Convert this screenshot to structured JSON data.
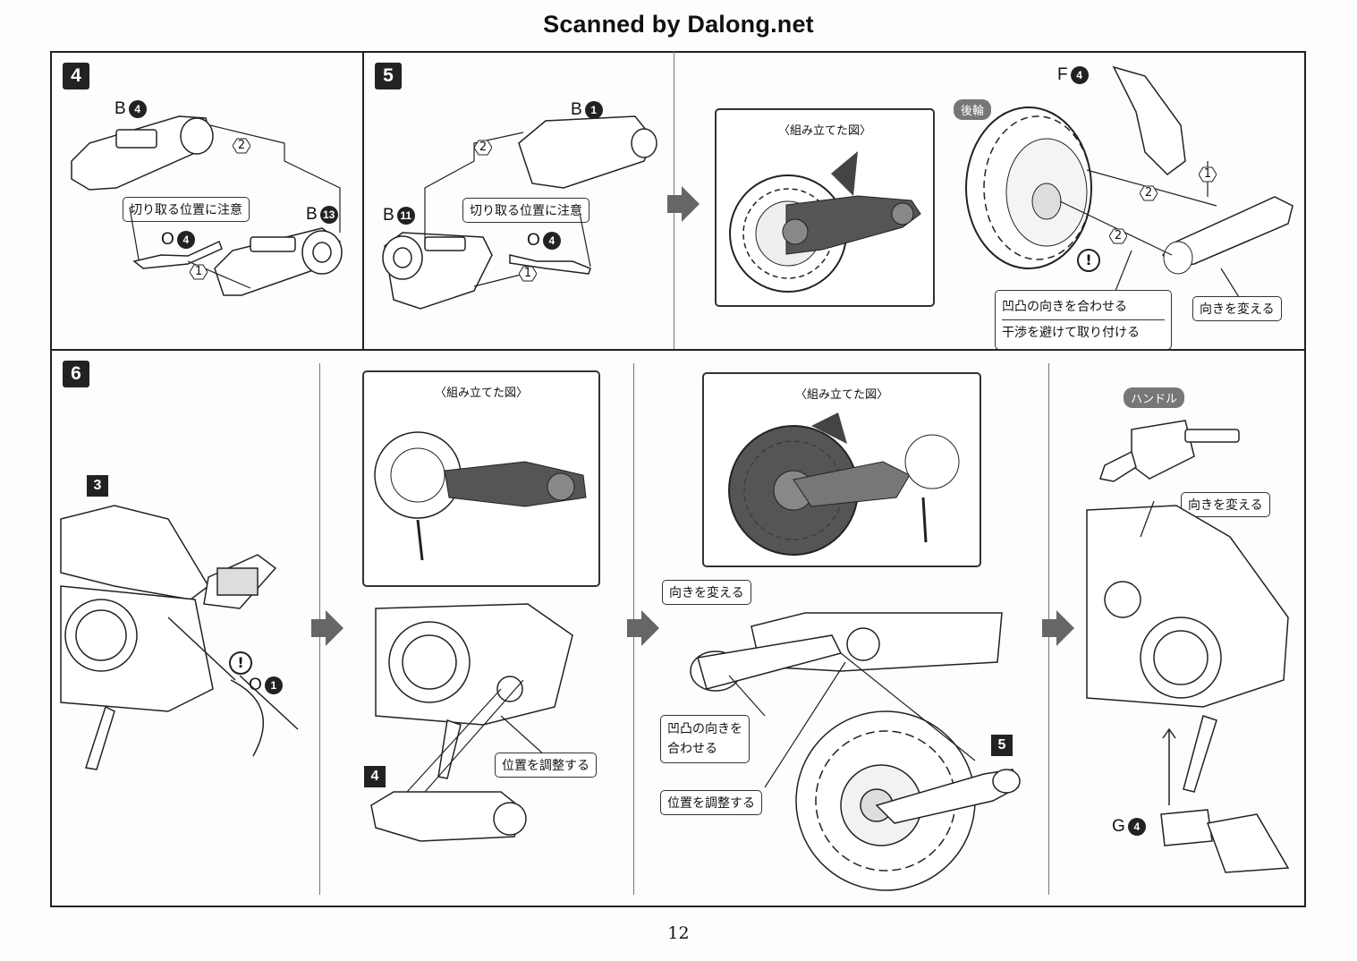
{
  "header": {
    "title": "Scanned by Dalong.net"
  },
  "page_number": "12",
  "steps": {
    "s4": {
      "number": "4",
      "part_b_top": "B",
      "part_b_top_num": "4",
      "part_b_right": "B",
      "part_b_right_num": "13",
      "part_o": "O",
      "part_o_num": "4",
      "cut_note": "切り取る位置に注意",
      "order1": "1",
      "order2": "2"
    },
    "s5": {
      "number": "5",
      "part_b_top": "B",
      "part_b_top_num": "1",
      "part_b_left": "B",
      "part_b_left_num": "11",
      "part_o": "O",
      "part_o_num": "4",
      "cut_note": "切り取る位置に注意",
      "order1": "1",
      "order2": "2"
    },
    "s5b": {
      "inset_title": "〈組み立てた図〉",
      "rear_wheel_tag": "後輪",
      "part_f": "F",
      "part_f_num": "4",
      "note_align": "凹凸の向きを合わせる",
      "note_avoid": "干渉を避けて取り付ける",
      "note_turn": "向きを変える",
      "order1": "1",
      "order2a": "2",
      "order2b": "2",
      "warn": "!"
    },
    "s6": {
      "number": "6",
      "sub3": "3",
      "part_o": "O",
      "part_o_num": "1",
      "warn": "!"
    },
    "s6b": {
      "inset_title": "〈組み立てた図〉",
      "sub4": "4",
      "note_pos": "位置を調整する"
    },
    "s6c": {
      "inset_title": "〈組み立てた図〉",
      "note_turn": "向きを変える",
      "note_align_l1": "凹凸の向きを",
      "note_align_l2": "合わせる",
      "note_pos": "位置を調整する",
      "sub5": "5"
    },
    "s6d": {
      "handle_tag": "ハンドル",
      "note_turn": "向きを変える",
      "part_g": "G",
      "part_g_num": "4"
    }
  }
}
